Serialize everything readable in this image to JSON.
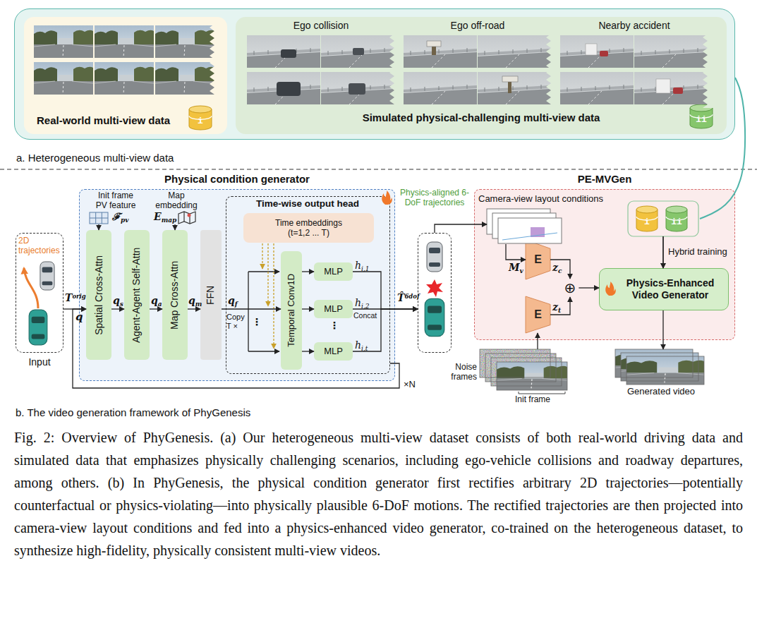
{
  "diagram": {
    "caption": "Fig. 2: Overview of PhyGenesis. (a) Our heterogeneous multi-view dataset consists of both real-world driving data and simulated data that emphasizes physically challenging scenarios, including ego-vehicle collisions and roadway departures, among others. (b) In PhyGenesis, the physical condition generator first rectifies arbitrary 2D trajectories—potentially counterfactual or physics-violating—into physically plausible 6-DoF motions. The rectified trajectories are then projected into camera-view layout conditions and fed into a physics-enhanced video generator, co-trained on the heterogeneous dataset, to synthesize high-fidelity, physically consistent multi-view videos.",
    "nodes": [
      {
        "text": [
          "a. Heterogeneous multi-view data"
        ]
      },
      {
        "text": [
          "Real-world multi-view data"
        ],
        "in": 0
      },
      {
        "text": [
          "i"
        ],
        "in": 1
      },
      {
        "text": [
          "Ego collision",
          "Ego off-road",
          "Nearby accident",
          "Simulated physical-challenging multi-view data"
        ],
        "in": 0
      },
      {
        "text": [
          "ii"
        ],
        "in": 3
      },
      {
        "text": [
          "2D trajectories",
          "Input"
        ]
      },
      {
        "text": [
          "Physical condition generator"
        ]
      },
      {
        "text": [
          "Init frame PV feature",
          "ℱpv"
        ],
        "in": 6
      },
      {
        "text": [
          "Map embedding",
          "Emap"
        ],
        "in": 6
      },
      {
        "text": [
          "Spatial Cross-Attn"
        ],
        "in": 6
      },
      {
        "text": [
          "Agent-Agent Self-Attn"
        ],
        "in": 6
      },
      {
        "text": [
          "Map Cross-Attn"
        ],
        "in": 6
      },
      {
        "text": [
          "FFN"
        ],
        "in": 6
      },
      {
        "text": [
          "Time-wise output head"
        ],
        "in": 6
      },
      {
        "text": [
          "Time embeddings (t=1,2 ... T)"
        ],
        "in": 13
      },
      {
        "text": [
          "Temporal Conv1D"
        ],
        "in": 13
      },
      {
        "text": [
          "MLP"
        ],
        "in": 13
      },
      {
        "text": [
          "MLP"
        ],
        "in": 13
      },
      {
        "text": [
          "MLP"
        ],
        "in": 13
      },
      {
        "text": [
          "Physics-aligned 6-DoF trajectories"
        ]
      },
      {
        "text": [
          "PE-MVGen"
        ]
      },
      {
        "text": [
          "Camera-view layout conditions"
        ],
        "in": 20
      },
      {
        "text": [
          "E"
        ],
        "in": 20
      },
      {
        "text": [
          "E"
        ],
        "in": 20
      },
      {
        "text": [
          "⊕"
        ],
        "in": 20
      },
      {
        "text": [
          "i"
        ],
        "in": 20
      },
      {
        "text": [
          "ii"
        ],
        "in": 20
      },
      {
        "text": [
          "Physics-Enhanced Video Generator"
        ],
        "in": 20
      },
      {
        "text": [
          "Noise frames",
          "Init frame"
        ]
      },
      {
        "text": [
          "Generated video"
        ]
      }
    ],
    "edges": [
      {
        "from": 5,
        "to": 9,
        "arrow": "to",
        "label": "Torig"
      },
      {
        "from": 7,
        "to": 9,
        "arrow": "to"
      },
      {
        "from": 8,
        "to": 11,
        "arrow": "to"
      },
      {
        "from": 9,
        "to": 10,
        "arrow": "to",
        "label": "qs"
      },
      {
        "from": 10,
        "to": 11,
        "arrow": "to",
        "label": "qa"
      },
      {
        "from": 11,
        "to": 12,
        "arrow": "to",
        "label": "qm"
      },
      {
        "from": 12,
        "to": 15,
        "arrow": "to",
        "label": "qf"
      },
      {
        "from": 15,
        "to": 16,
        "arrow": "to"
      },
      {
        "from": 15,
        "to": 17,
        "arrow": "to"
      },
      {
        "from": 15,
        "to": 18,
        "arrow": "to"
      },
      {
        "from": 16,
        "to": 19,
        "arrow": "to"
      },
      {
        "from": 17,
        "to": 19,
        "arrow": "to"
      },
      {
        "from": 18,
        "to": 19,
        "arrow": "to"
      },
      {
        "from": 13,
        "to": 9,
        "arrow": "to"
      },
      {
        "from": 19,
        "to": 21,
        "arrow": "to"
      },
      {
        "from": 21,
        "to": 22,
        "arrow": "to",
        "label": "Mv"
      },
      {
        "from": 28,
        "to": 23,
        "arrow": "to"
      },
      {
        "from": 22,
        "to": 24,
        "arrow": "to",
        "label": "zc"
      },
      {
        "from": 23,
        "to": 24,
        "arrow": "to",
        "label": "zt"
      },
      {
        "from": 24,
        "to": 27,
        "arrow": "to"
      },
      {
        "from": 25,
        "to": 27,
        "arrow": "to",
        "label": "Hybrid training"
      },
      {
        "from": 26,
        "to": 27,
        "arrow": "to"
      },
      {
        "from": 27,
        "to": 29,
        "arrow": "to"
      },
      {
        "from": 0,
        "to": 26,
        "arrow": "none"
      }
    ],
    "labels": [
      "q",
      "Copy T ×",
      "⋮",
      "⋮",
      "hi,1",
      "hi,2",
      "hi,t",
      "Concat",
      "×N",
      "T̂6dof",
      "b. The video generation framework of PhyGenesis"
    ]
  }
}
